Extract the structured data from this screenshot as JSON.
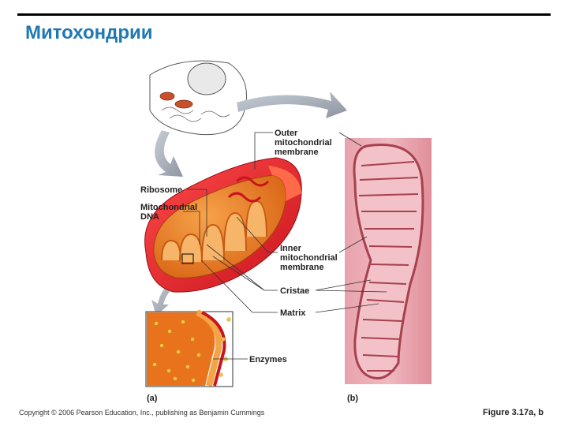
{
  "title": "Митохондрии",
  "labels": {
    "outer": [
      "Outer",
      "mitochondrial",
      "membrane"
    ],
    "ribosome": "Ribosome",
    "mtdna": [
      "Mitochondrial",
      "DNA"
    ],
    "inner": [
      "Inner",
      "mitochondrial",
      "membrane"
    ],
    "cristae": "Cristae",
    "matrix": "Matrix",
    "enzymes": "Enzymes",
    "panel_a": "(a)",
    "panel_b": "(b)"
  },
  "footer": {
    "copyright": "Copyright © 2006 Pearson Education, Inc., publishing as Benjamin Cummings",
    "figure": "Figure 3.17a, b"
  },
  "colors": {
    "title": "#1f78b4",
    "outer_membrane": "#e3242b",
    "inner_fold": "#f29a2e",
    "matrix": "#e8731c",
    "micrograph": "#e89aa4",
    "arrow": "#9aa2ad"
  }
}
